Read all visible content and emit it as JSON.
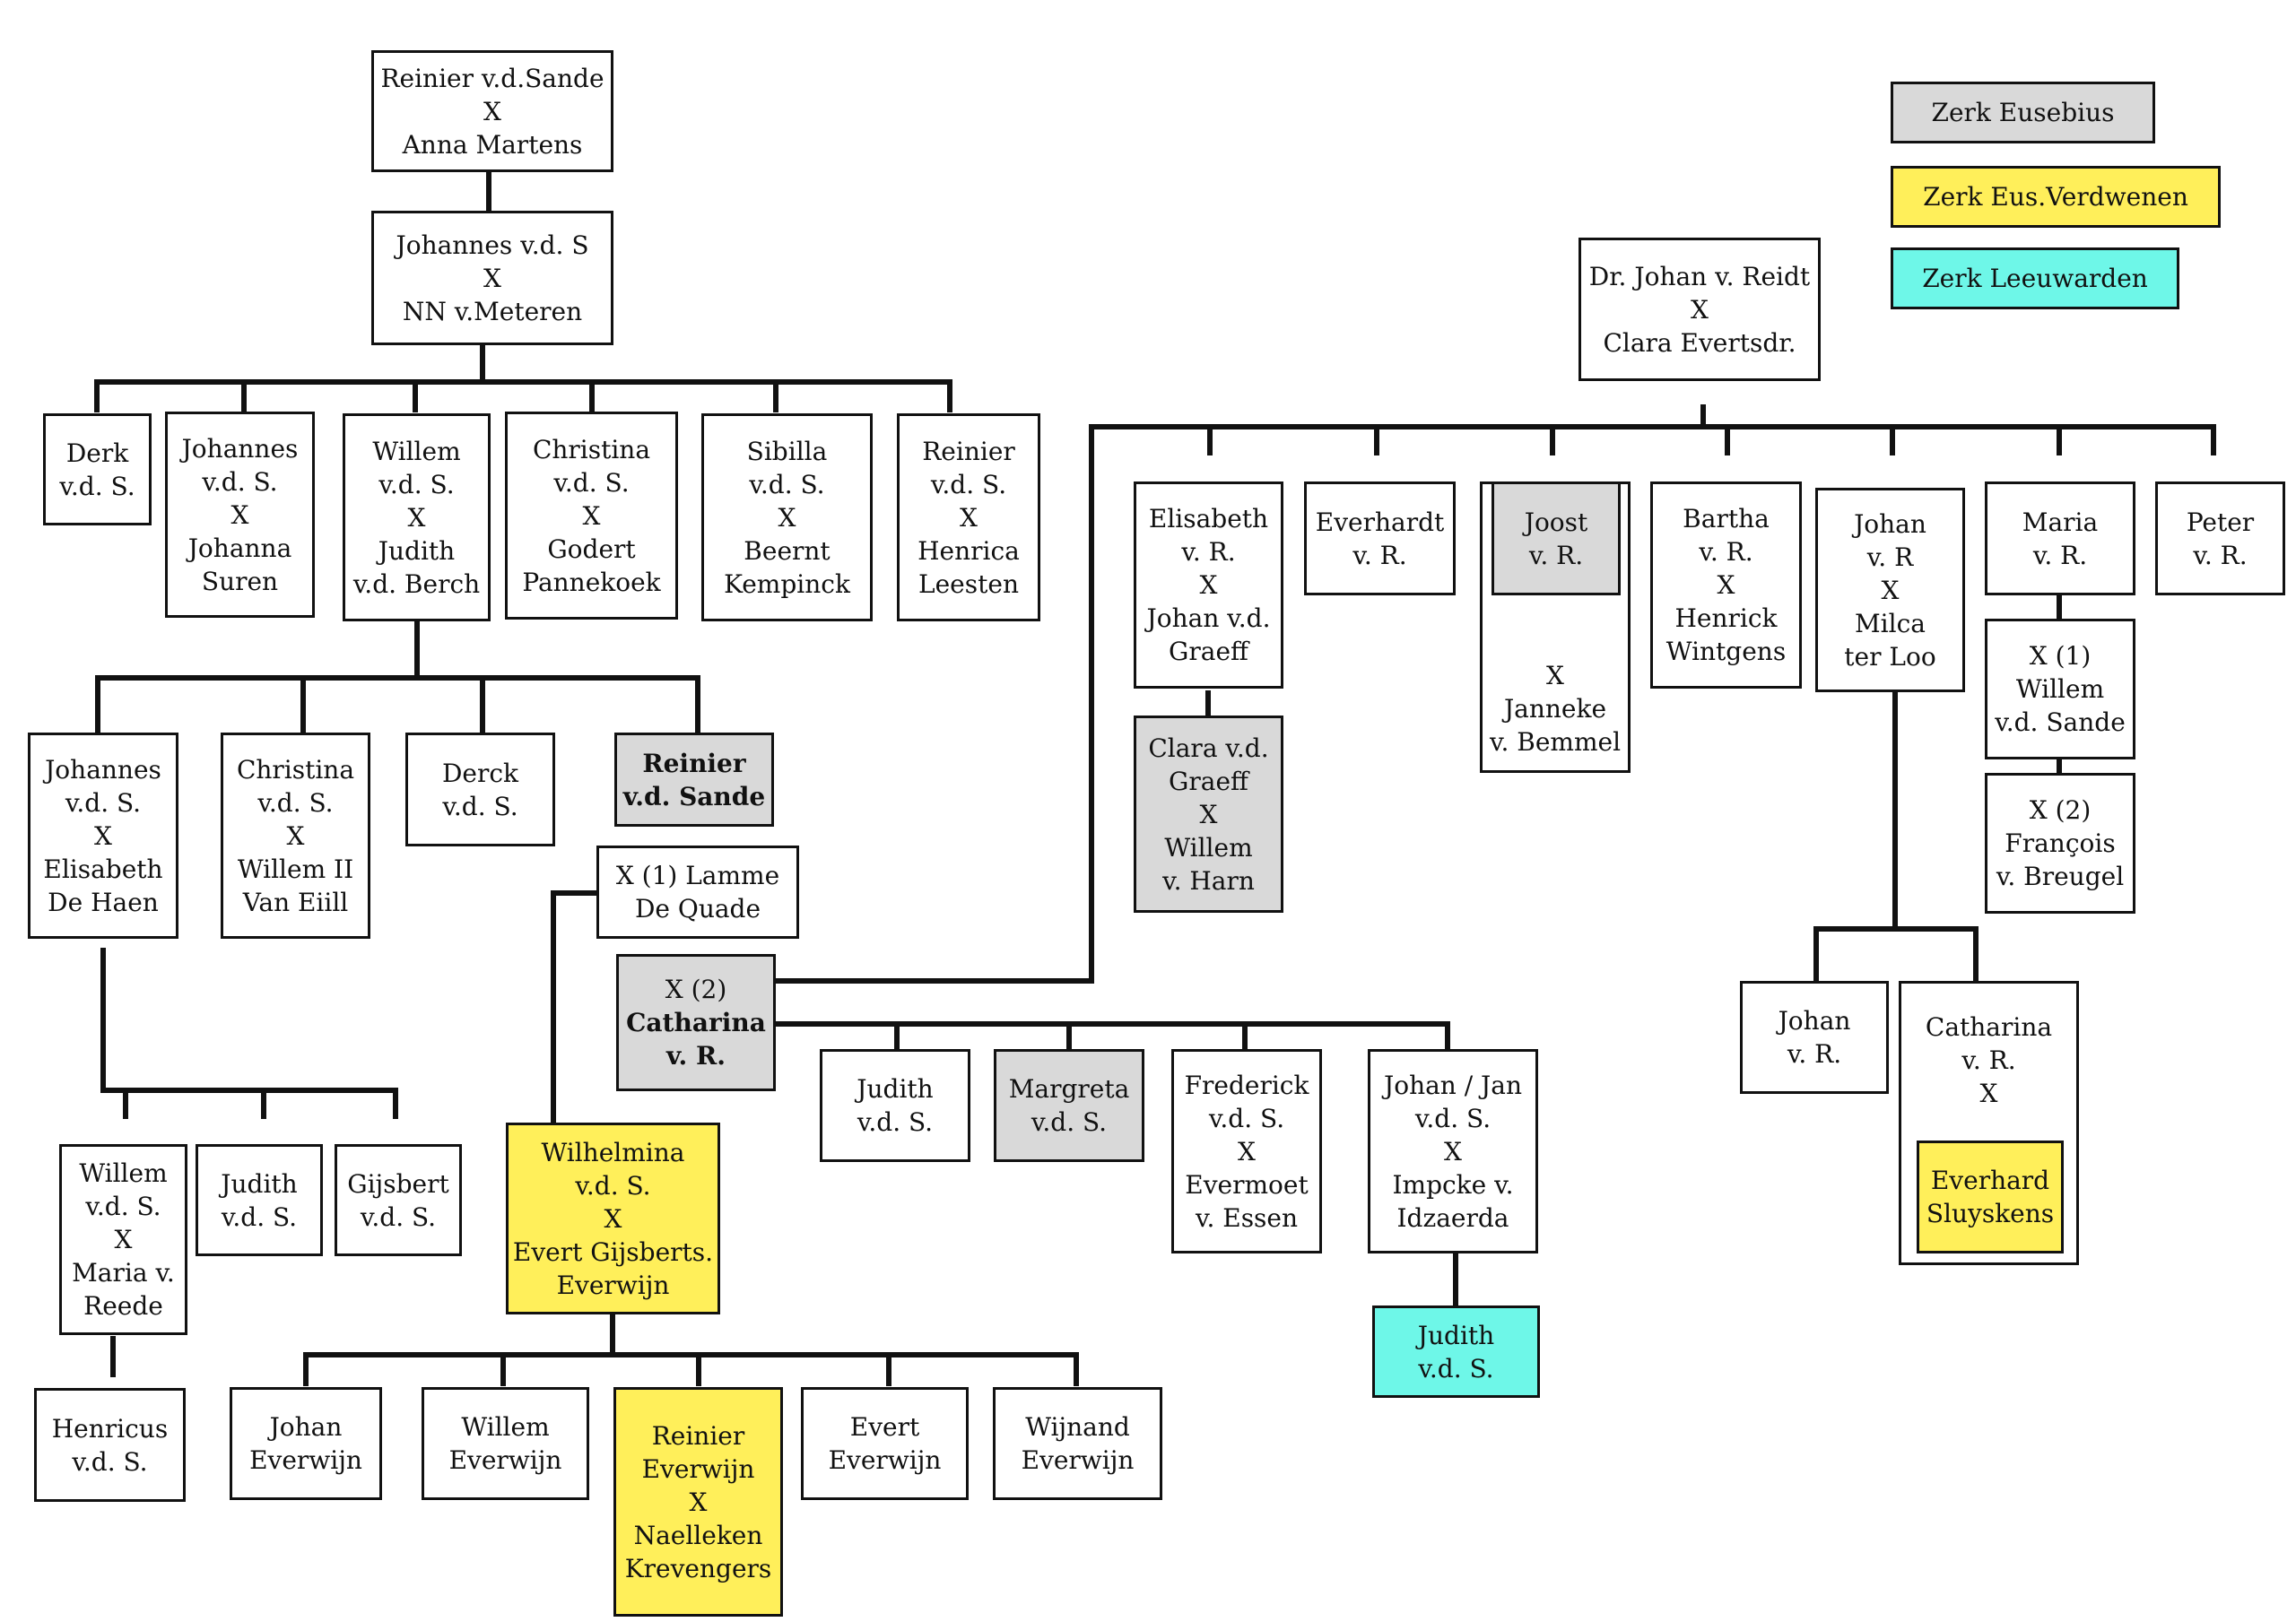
{
  "legend": {
    "eusebius": {
      "label": "Zerk Eusebius",
      "color": "#d9d9d9"
    },
    "verdwenen": {
      "label": "Zerk Eus.Verdwenen",
      "color": "#ffef5a"
    },
    "leeuwarden": {
      "label": "Zerk Leeuwarden",
      "color": "#6ef7e8"
    }
  },
  "people": {
    "reinier_anna": "Reinier v.d.Sande\nX\nAnna Martens",
    "johannes_nn": "Johannes v.d. S\nX\nNN v.Meteren",
    "derk": "Derk\nv.d. S.",
    "johannes_suren": "Johannes\nv.d. S.\nX\nJohanna\nSuren",
    "willem_berch": "Willem\nv.d. S.\nX\nJudith\nv.d. Berch",
    "christina_godert": "Christina\nv.d. S.\nX\nGodert\nPannekoek",
    "sibilla": "Sibilla\nv.d. S.\nX\nBeernt\nKempinck",
    "reinier_leesten": "Reinier\nv.d. S.\nX\nHenrica\nLeesten",
    "johannes_haen": "Johannes\nv.d. S.\nX\nElisabeth\nDe Haen",
    "christina_eiill": "Christina\nv.d. S.\nX\nWillem II\nVan Eiill",
    "derck": "Derck\nv.d. S.",
    "reinier_sande": "Reinier\nv.d. Sande",
    "lamme": "X (1) Lamme\nDe Quade",
    "catharina_x2": {
      "marker": "X (2)",
      "name": "Catharina\nv. R."
    },
    "willem_reede": "Willem\nv.d. S.\nX\nMaria v.\nReede",
    "judith_1": "Judith\nv.d. S.",
    "gijsbert": "Gijsbert\nv.d. S.",
    "henricus": "Henricus\nv.d. S.",
    "wilhelmina": "Wilhelmina\nv.d. S.\nX\nEvert Gijsberts.\nEverwijn",
    "johan_everwijn": "Johan\nEverwijn",
    "willem_everwijn": "Willem\nEverwijn",
    "reinier_everwijn": "Reinier\nEverwijn\nX\nNaelleken\nKrevengers",
    "evert_everwijn": "Evert\nEverwijn",
    "wijnand_everwijn": "Wijnand\nEverwijn",
    "judith_2": "Judith\nv.d. S.",
    "margreta": "Margreta\nv.d. S.",
    "frederick": "Frederick\nv.d. S.\nX\nEvermoet\nv. Essen",
    "johan_jan": "Johan / Jan\nv.d. S.\nX\nImpcke v.\nIdzaerda",
    "judith_3": "Judith\nv.d. S.",
    "johan_reidt": "Dr. Johan v. Reidt\nX\nClara Evertsdr.",
    "elisabeth": "Elisabeth\nv. R.\nX\nJohan v.d.\nGraeff",
    "everhardt": "Everhardt\nv. R.",
    "joost": "Joost\nv. R.",
    "joost_partner": "X\nJanneke\nv. Bemmel",
    "bartha": "Bartha\nv. R.\nX\nHenrick\nWintgens",
    "johan_loo": "Johan\nv. R\nX\nMilca\nter Loo",
    "maria": "Maria\nv. R.",
    "peter": "Peter\nv. R.",
    "clara_graeff": "Clara v.d.\nGraeff\nX\nWillem\nv. Harn",
    "willem_x1": "X (1)\nWillem\nv.d. Sande",
    "francois_x2": "X (2)\nFrançois\nv. Breugel",
    "johan_vr": "Johan\nv. R.",
    "catharina_vr": "Catharina\nv. R.\nX",
    "everhard": "Everhard\nSluyskens"
  }
}
